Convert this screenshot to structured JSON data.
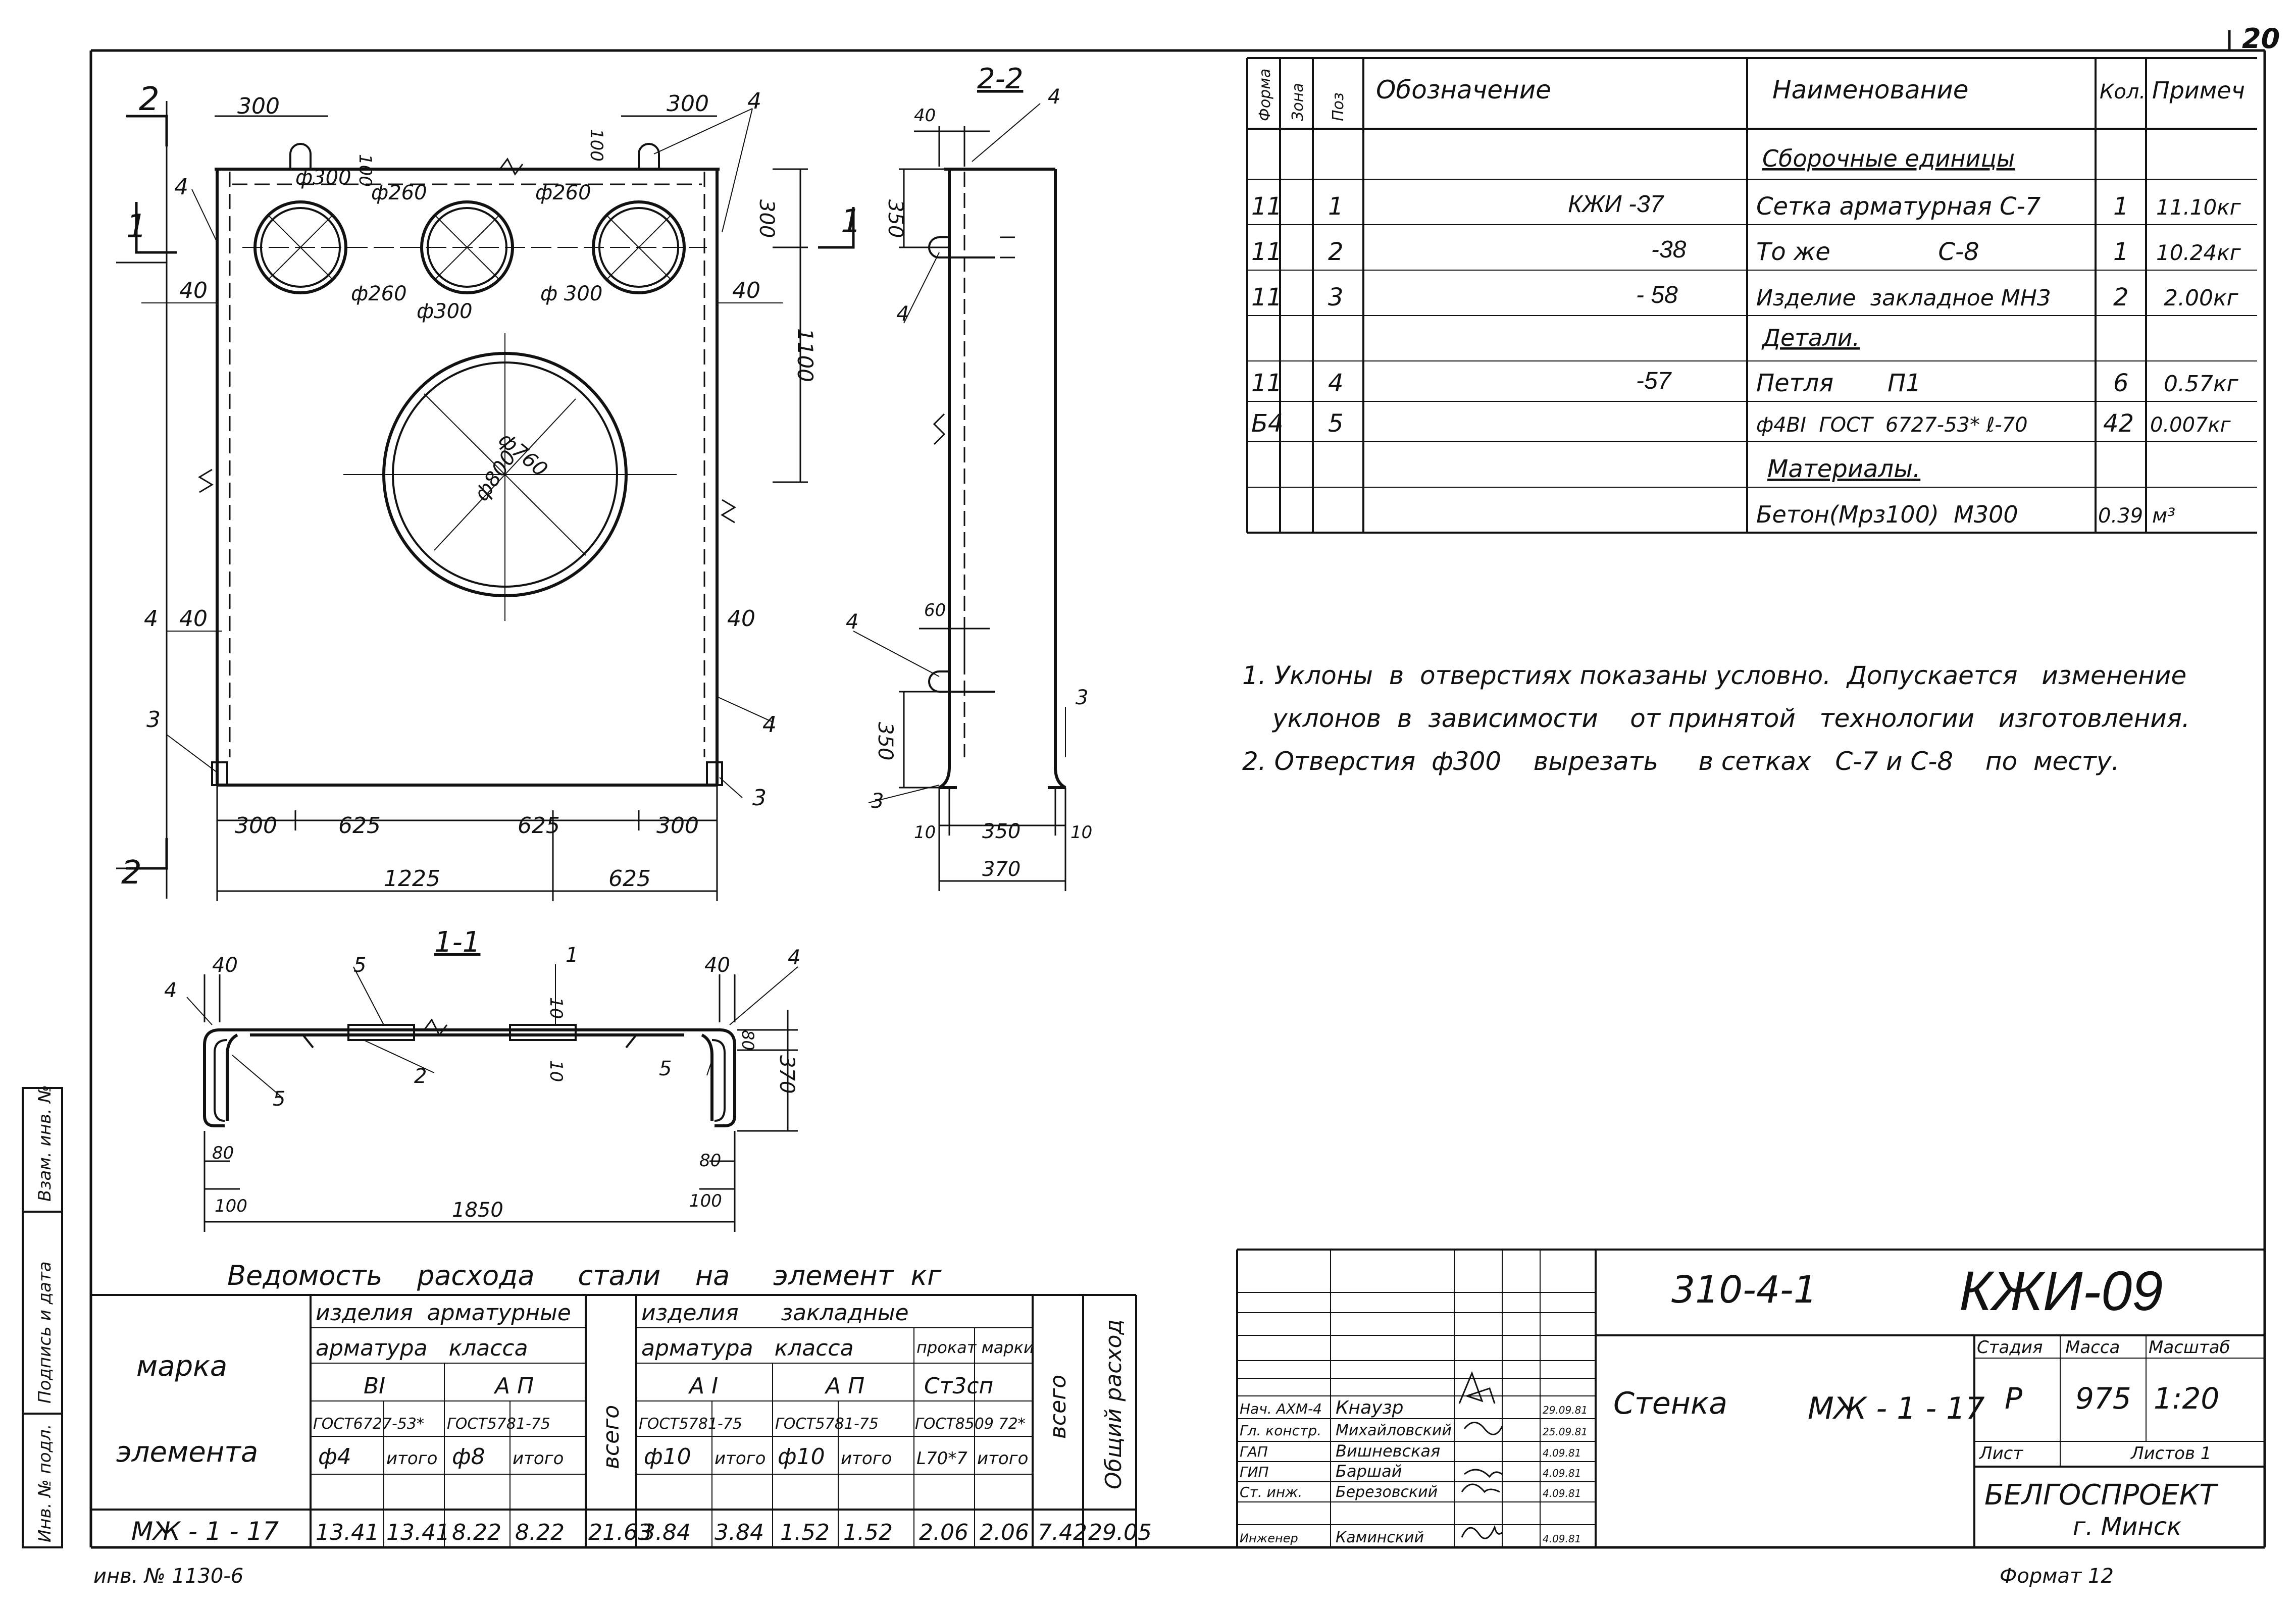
{
  "sheet_number": "20",
  "spec": {
    "headers": {
      "forma": "Форма",
      "zona": "Зона",
      "poz": "Поз",
      "oboznachenie": "Обозначение",
      "naimenovanie": "Наименование",
      "kol": "Кол.",
      "primech": "Примеч"
    },
    "sections": {
      "assembly": "Сборочные единицы",
      "details": "Детали.",
      "materials": "Материалы."
    },
    "rows": [
      {
        "forma": "11",
        "poz": "1",
        "oboz": "КЖИ -37",
        "naim": "Сетка  арматурная С-7",
        "kol": "1",
        "prim": "11.10кг"
      },
      {
        "forma": "11",
        "poz": "2",
        "oboz": "-38",
        "naim": "То же              С-8",
        "kol": "1",
        "prim": "10.24кг"
      },
      {
        "forma": "11",
        "poz": "3",
        "oboz": "- 58",
        "naim": "Изделие  закладное МН3",
        "kol": "2",
        "prim": "2.00кг"
      },
      {
        "forma": "11",
        "poz": "4",
        "oboz": "-57",
        "naim": "Петля       П1",
        "kol": "6",
        "prim": "0.57кг"
      },
      {
        "forma": "Б4",
        "poz": "5",
        "oboz": "",
        "naim": "ф4ВI  ГОСТ  6727-53* ℓ-70",
        "kol": "42",
        "prim": "0.007кг"
      },
      {
        "forma": "",
        "poz": "",
        "oboz": "",
        "naim": "Бетон(Мрз100)  М300",
        "kol": "0.39",
        "prim": "м³"
      }
    ]
  },
  "notes": {
    "n1a": "1. Уклоны  в  отверстиях показаны условно.  Допускается   изменение",
    "n1b": "уклонов  в  зависимости    от принятой   технологии   изготовления.",
    "n2": "2. Отверстия  ф300    вырезать     в сетках   С-7 и С-8    по  месту."
  },
  "drawing": {
    "cut_22": "2-2",
    "cut_11": "1-1",
    "mark_2": "2",
    "mark_1": "1",
    "front": {
      "d300a": "300",
      "d300b": "300",
      "d100a": "100",
      "d100b": "100",
      "d40a": "40",
      "d40b": "40",
      "d40c": "40",
      "d40d": "40",
      "d300v": "300",
      "d1100": "1100",
      "phi300a": "ф300",
      "phi260a": "ф260",
      "phi260b": "ф260",
      "phi260c": "ф260",
      "phi300b": "ф300",
      "phi300c": "ф 300",
      "phi760": "ф760",
      "phi800": "ф800",
      "b300a": "300",
      "b625a": "625",
      "b625b": "625",
      "b300b": "300",
      "b1225": "1225",
      "b625c": "625",
      "p4": "4",
      "p3": "3"
    },
    "side": {
      "d40": "40",
      "d350a": "350",
      "d60": "60",
      "d350b": "350",
      "d10a": "10",
      "d350c": "350",
      "d10b": "10",
      "d370": "370"
    },
    "section11": {
      "d40a": "40",
      "d40b": "40",
      "d80a": "80",
      "d370": "370",
      "d10a": "10",
      "d10b": "10",
      "d80b": "80",
      "d100a": "100",
      "d80c": "80",
      "d100b": "100",
      "d1850": "1850",
      "p1": "1",
      "p2": "2",
      "p4": "4",
      "p5": "5"
    }
  },
  "steel": {
    "title": "Ведомость    расхода     стали    на     элемент  кг",
    "marka": "марка",
    "elementa": "элемента",
    "izd_arm": "изделия  арматурные",
    "izd_zakl": "изделия      закладные",
    "arm_klassa": "арматура   класса",
    "prokat": "прокат марки",
    "BI": "ВI",
    "AII": "А П",
    "AI": "А I",
    "AII2": "А П",
    "st": "Ст3сп",
    "g1": "ГОСТ6727-53*",
    "g2": "ГОСТ5781-75",
    "g3": "ГОСТ5781-75",
    "g4": "ГОСТ5781-75",
    "g5": "ГОСТ8509 72*",
    "f4": "ф4",
    "itogo": "итого",
    "f8": "ф8",
    "f10": "ф10",
    "f10b": "ф10",
    "L70": "L70*7",
    "vsego": "всего",
    "obshiy": "Общий расход",
    "row": {
      "name": "МЖ - 1 - 17",
      "v": [
        "13.41",
        "13.41",
        "8.22",
        "8.22",
        "21.63",
        "3.84",
        "3.84",
        "1.52",
        "1.52",
        "2.06",
        "2.06",
        "7.42",
        "29.05"
      ]
    }
  },
  "stamp": {
    "code": "310-4-1",
    "mark": "КЖИ-09",
    "title_a": "Стенка",
    "title_b": "МЖ - 1 - 17",
    "stadiya": "Стадия",
    "massa": "Масса",
    "masshtab": "Масштаб",
    "stadiya_v": "Р",
    "massa_v": "975",
    "masshtab_v": "1:20",
    "list": "Лист",
    "listov": "Листов 1",
    "org": "БЕЛГОСПРОЕКТ",
    "city": "г. Минск",
    "people": [
      {
        "role": "Нач. АХМ-4",
        "name": "Кнаузр",
        "date": "29.09.81"
      },
      {
        "role": "Гл. констр.",
        "name": "Михайловский",
        "date": "25.09.81"
      },
      {
        "role": "ГАП",
        "name": "Вишневская",
        "date": "4.09.81"
      },
      {
        "role": "ГИП",
        "name": "Баршай",
        "date": "4.09.81"
      },
      {
        "role": "Ст. инж.",
        "name": "Березовский",
        "date": "4.09.81"
      },
      {
        "role": "Инженер",
        "name": "Каминский",
        "date": "4.09.81"
      }
    ]
  },
  "side_stamp": {
    "a": "Взам. инв. №",
    "b": "Подпись и дата",
    "c": "Инв. № подл."
  },
  "inv": "инв. № 1130-6",
  "format": "Формат 12"
}
